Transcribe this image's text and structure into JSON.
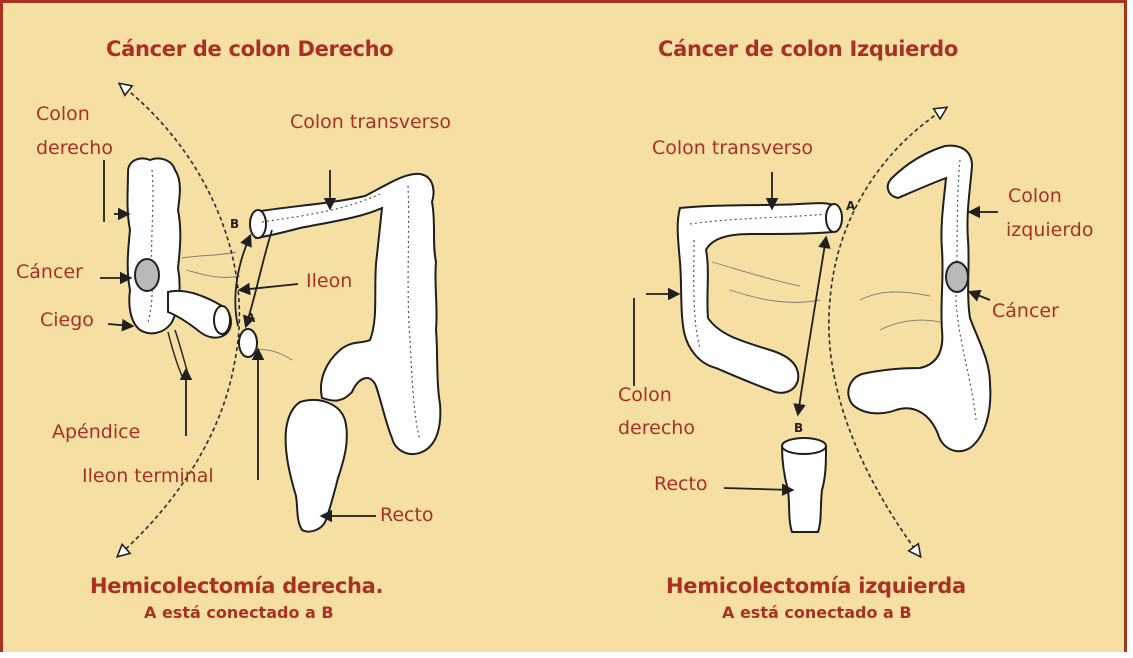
{
  "left_panel": {
    "title": "Cáncer de colon Derecho",
    "footer_title": "Hemicolectomía derecha.",
    "footer_subtitle": "A está conectado a B",
    "labels": {
      "colon_derecho_1": "Colon",
      "colon_derecho_2": "derecho",
      "colon_transverso": "Colon transverso",
      "cancer": "Cáncer",
      "ciego": "Ciego",
      "ileon": "Ileon",
      "apendice": "Apéndice",
      "ileon_terminal": "Ileon terminal",
      "recto": "Recto"
    },
    "markers": {
      "a": "A",
      "b": "B"
    }
  },
  "right_panel": {
    "title": "Cáncer de colon Izquierdo",
    "footer_title": "Hemicolectomía izquierda",
    "footer_subtitle": "A está conectado a B",
    "labels": {
      "colon_transverso": "Colon transverso",
      "colon_izquierdo_1": "Colon",
      "colon_izquierdo_2": "izquierdo",
      "cancer": "Cáncer",
      "colon_derecho_1": "Colon",
      "colon_derecho_2": "derecho",
      "recto": "Recto"
    },
    "markers": {
      "a": "A",
      "b": "B"
    }
  },
  "colors": {
    "background": "#f6dfa3",
    "text": "#a8321e",
    "border": "#a8321e"
  }
}
